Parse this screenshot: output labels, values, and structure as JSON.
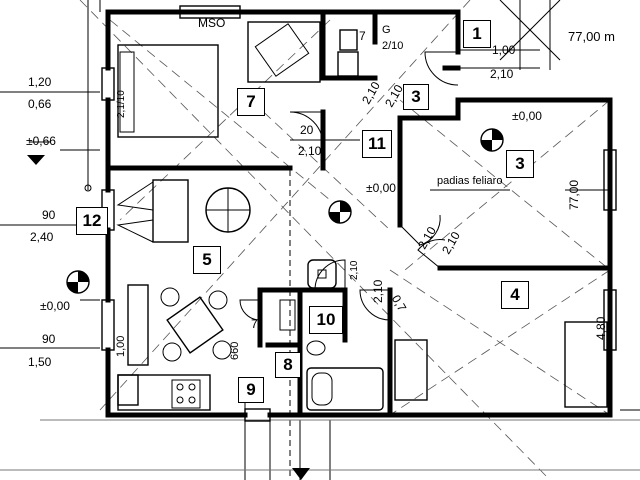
{
  "rooms": {
    "r1": "1",
    "r3a": "3",
    "r3b": "3",
    "r4": "4",
    "r5": "5",
    "r7a": "7",
    "r7b": "7",
    "r7c": "7",
    "r8": "8",
    "r9": "9",
    "r10": "10",
    "r11": "11",
    "r12": "12",
    "rG": "G"
  },
  "texts": {
    "mso": "MSO",
    "padias": "padias feliaro",
    "area": "77,00 m"
  },
  "dims": {
    "d_1_20": "1,20",
    "d_0_66": "0,66",
    "d_pm066": "±0,66",
    "d_90a": "90",
    "d_2_40": "2,40",
    "d_pm000_left": "±0,00",
    "d_90b": "90",
    "d_1_50": "1,50",
    "d_1_00_top": "1,00",
    "d_2_10_top": "2,10",
    "d_2_10_g": "2/10",
    "d_pm000_r3": "±0,00",
    "d_pm000_mid": "±0,00",
    "d_20": "20",
    "d_2_10_11": "2,10",
    "d_7700": "77,00",
    "d_480": "4,80",
    "d_2_10_a": "2,10",
    "d_2_10_b": "2,10",
    "d_2_10_c": "2,10",
    "d_2_10_d": "2,10",
    "d_2_10_e": "2,10",
    "d_2_10_f": "2,10",
    "d_0_7": "0,7",
    "d_1_00_left": "1,00",
    "d_660": "660",
    "d_2_10_7": "2,1/10"
  }
}
